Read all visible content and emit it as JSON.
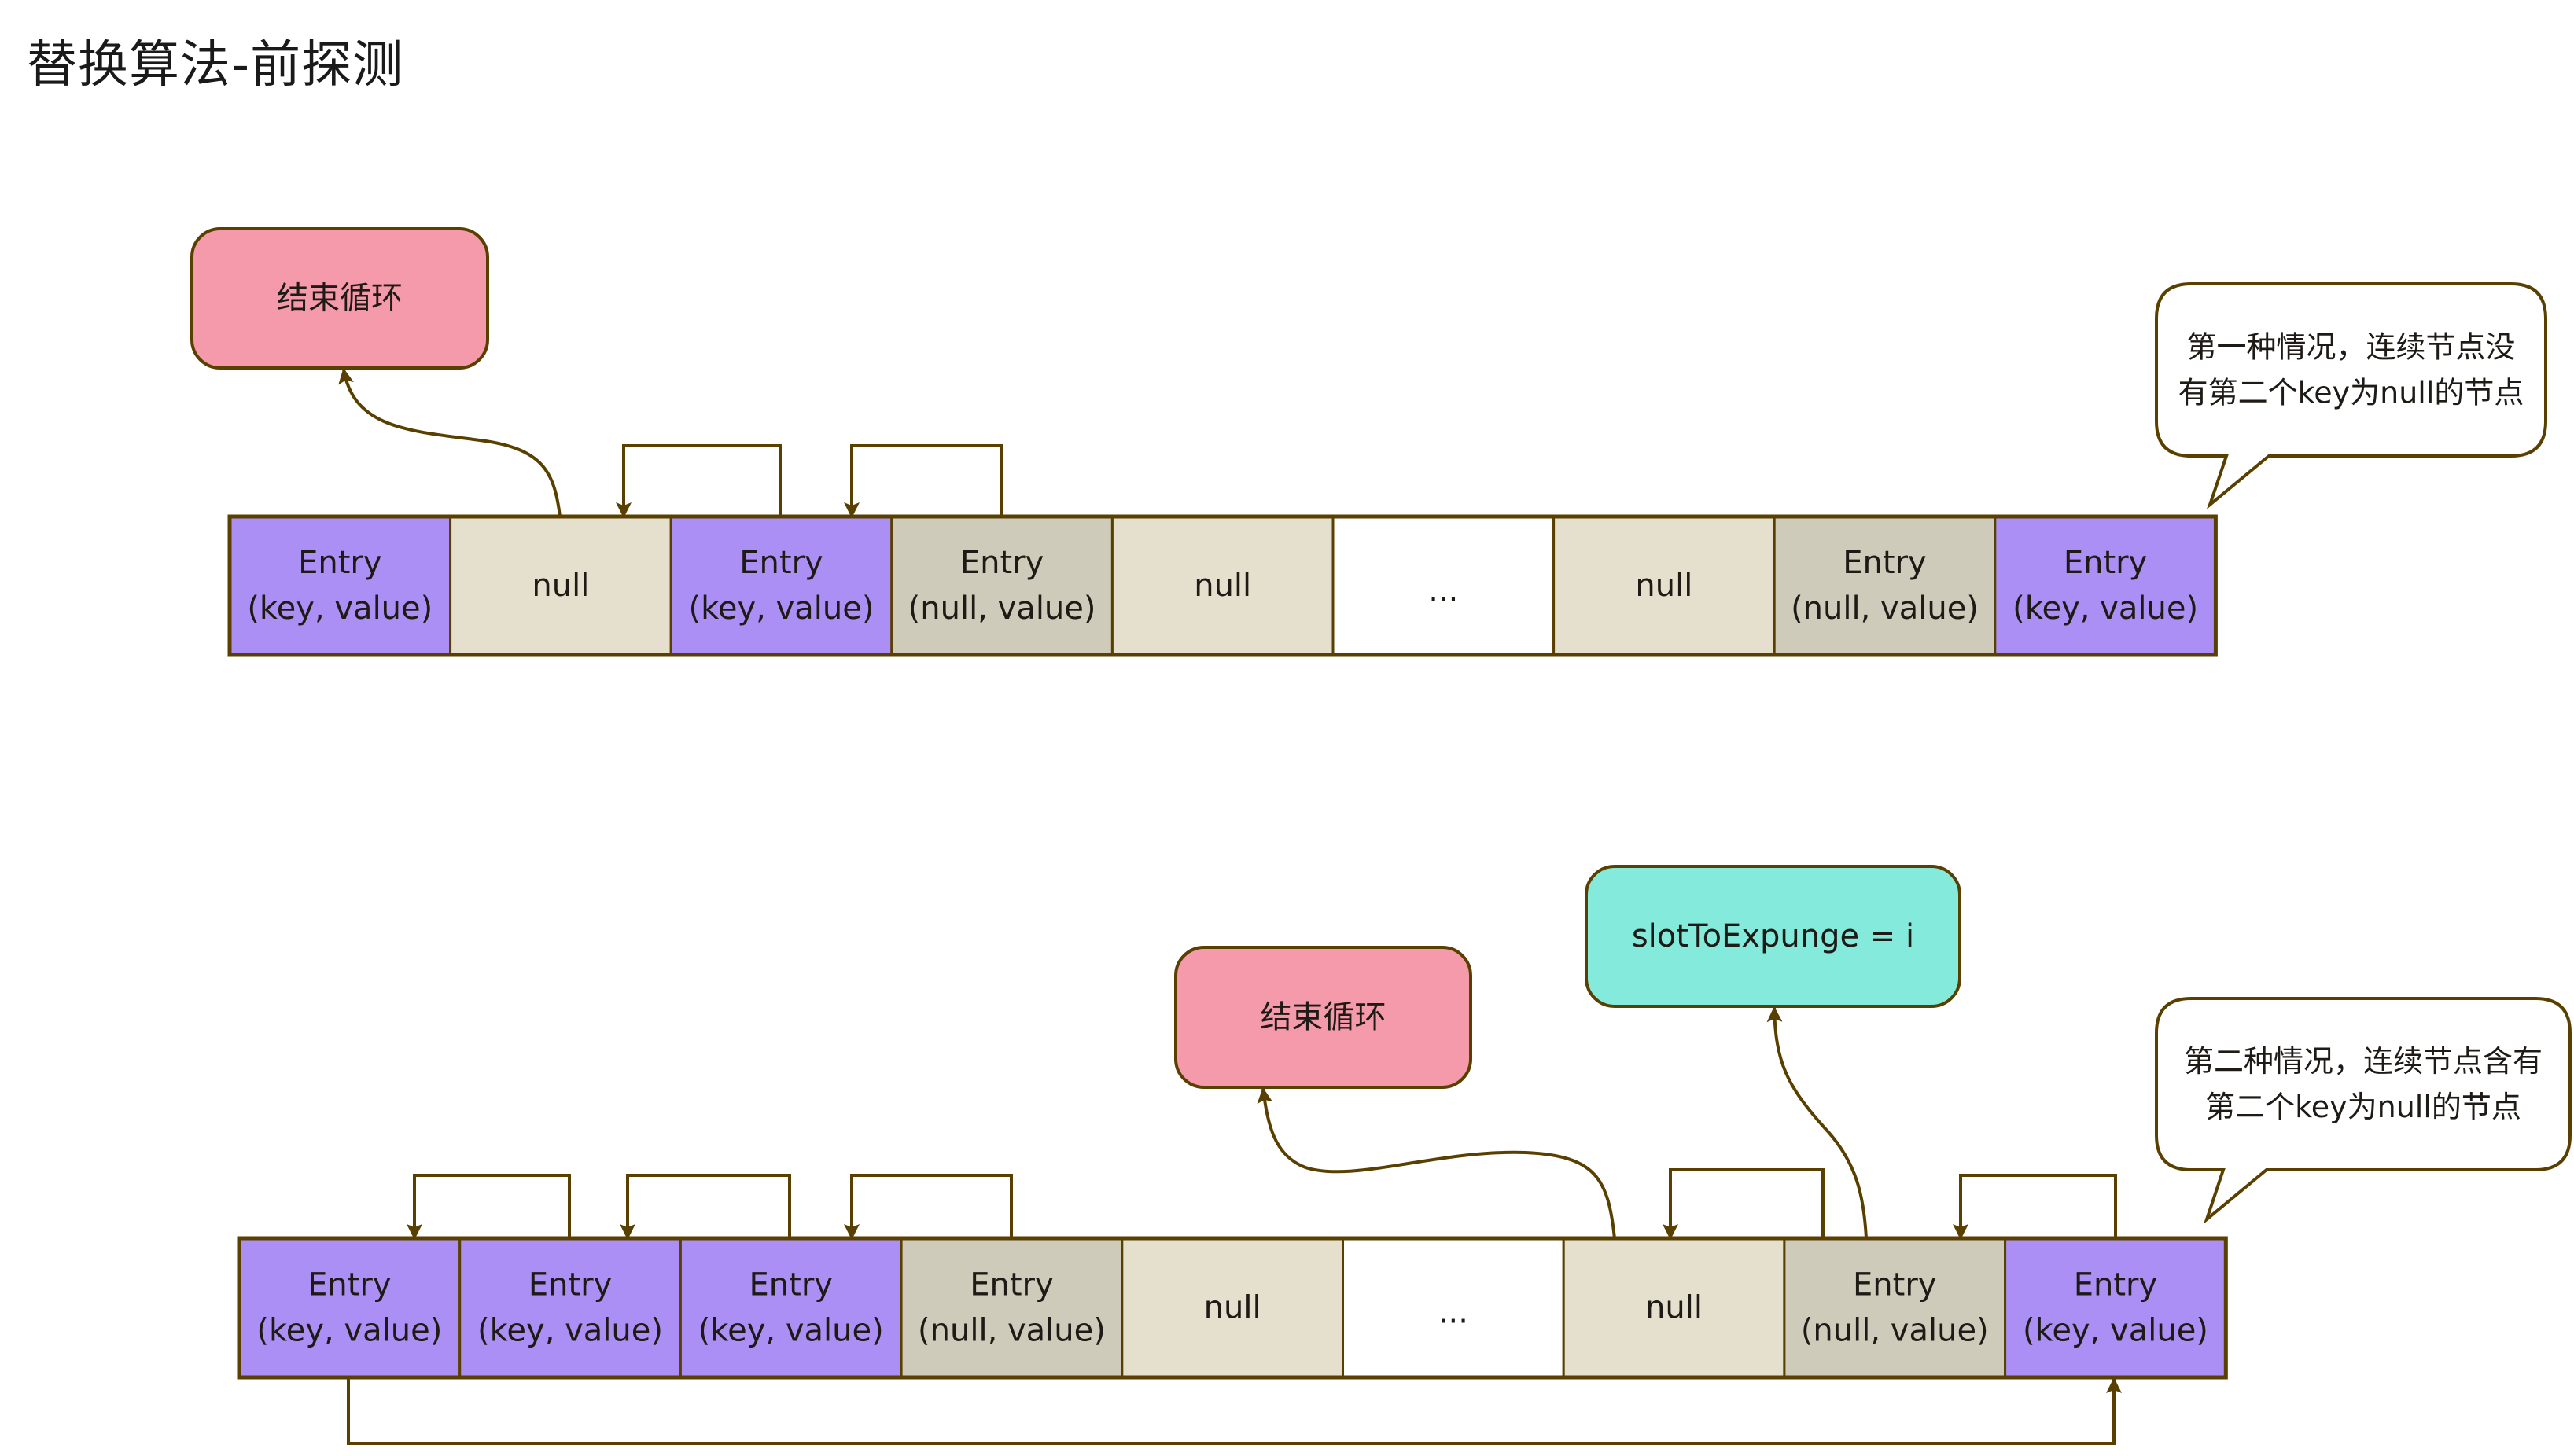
{
  "title": "替换算法-前探测",
  "colors": {
    "stroke": "#5a4000",
    "entry_key": "#ab8ff5",
    "entry_null": "#cfcbba",
    "null_slot": "#e5dfcd",
    "ellipsis": "#ffffff",
    "end_loop_box": "#f59aab",
    "slot_box": "#84ebdc",
    "bubble": "#ffffff"
  },
  "rows": [
    {
      "name": "case-1",
      "cells": [
        {
          "kind": "entry_key",
          "line1": "Entry",
          "line2": "(key, value)"
        },
        {
          "kind": "null_slot",
          "line1": "null",
          "line2": ""
        },
        {
          "kind": "entry_key",
          "line1": "Entry",
          "line2": "(key, value)"
        },
        {
          "kind": "entry_null",
          "line1": "Entry",
          "line2": "(null, value)"
        },
        {
          "kind": "null_slot",
          "line1": "null",
          "line2": ""
        },
        {
          "kind": "ellipsis",
          "line1": "...",
          "line2": ""
        },
        {
          "kind": "null_slot",
          "line1": "null",
          "line2": ""
        },
        {
          "kind": "entry_null",
          "line1": "Entry",
          "line2": "(null, value)"
        },
        {
          "kind": "entry_key",
          "line1": "Entry",
          "line2": "(key, value)"
        }
      ],
      "boxes": [
        {
          "name": "end-loop-box",
          "kind": "end_loop_box",
          "label": "结束循环"
        }
      ],
      "bubble": {
        "name": "case-1-note",
        "lines": [
          "第一种情况，连续节点没",
          "有第二个key为null的节点"
        ]
      }
    },
    {
      "name": "case-2",
      "cells": [
        {
          "kind": "entry_key",
          "line1": "Entry",
          "line2": "(key, value)"
        },
        {
          "kind": "entry_key",
          "line1": "Entry",
          "line2": "(key, value)"
        },
        {
          "kind": "entry_key",
          "line1": "Entry",
          "line2": "(key, value)"
        },
        {
          "kind": "entry_null",
          "line1": "Entry",
          "line2": "(null, value)"
        },
        {
          "kind": "null_slot",
          "line1": "null",
          "line2": ""
        },
        {
          "kind": "ellipsis",
          "line1": "...",
          "line2": ""
        },
        {
          "kind": "null_slot",
          "line1": "null",
          "line2": ""
        },
        {
          "kind": "entry_null",
          "line1": "Entry",
          "line2": "(null, value)"
        },
        {
          "kind": "entry_key",
          "line1": "Entry",
          "line2": "(key, value)"
        }
      ],
      "boxes": [
        {
          "name": "end-loop-box",
          "kind": "end_loop_box",
          "label": "结束循环"
        },
        {
          "name": "slot-to-expunge-box",
          "kind": "slot_box",
          "label": "slotToExpunge = i"
        }
      ],
      "bubble": {
        "name": "case-2-note",
        "lines": [
          "第二种情况，连续节点含有",
          "第二个key为null的节点"
        ]
      }
    }
  ]
}
